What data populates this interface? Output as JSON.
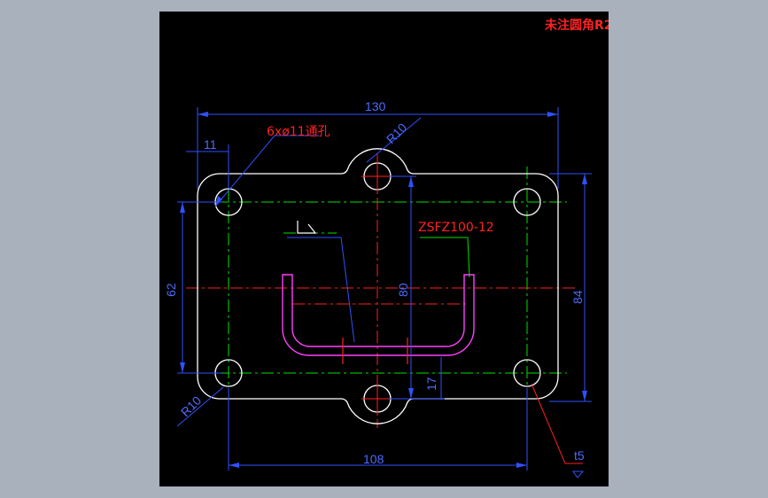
{
  "drawing": {
    "background": "#000000",
    "colors": {
      "outline": "#ffffff",
      "dimension": "#3050ff",
      "centerline": "#00e000",
      "leader": "#ff2020",
      "handle": "#ff40ff",
      "text_dim": "#4d6bff",
      "text_note": "#ff2222"
    },
    "note_fillet": "未注圆角R2",
    "note_holes": "6xø11通孔",
    "part_code": "ZSFZ100-12",
    "dim_width_top": "130",
    "dim_width_bottom": "108",
    "dim_height_right": "84",
    "dim_height_left": "62",
    "dim_center_height": "80",
    "dim_handle_offset": "17",
    "dim_edge_offset": "11",
    "dim_radius_top": "R10",
    "dim_radius_bottom": "R10",
    "dim_thickness": "t5"
  }
}
